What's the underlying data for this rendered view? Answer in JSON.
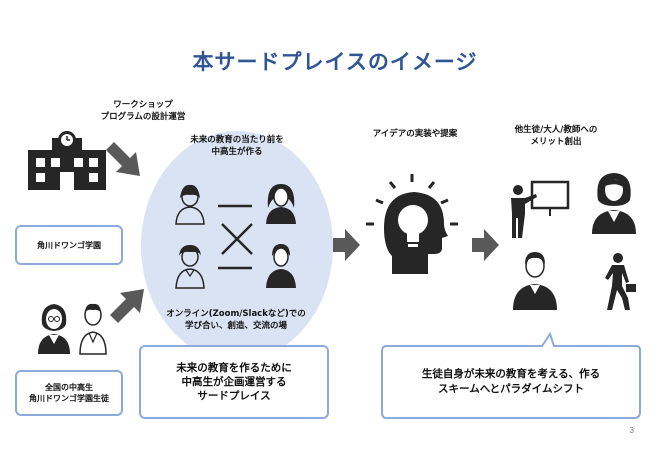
{
  "title": "本サードプレイスのイメージ",
  "label_workshop_line1": "ワークショップ",
  "label_workshop_line2": "プログラムの設計運営",
  "label_future_line1": "未来の教育の当たり前を",
  "label_future_line2": "中高生が作る",
  "label_idea": "アイデアの実装や提案",
  "label_merit_line1": "他生徒/大人/教師への",
  "label_merit_line2": "メリット創出",
  "label_online_line1": "オンライン(Zoom/Slackなど)での",
  "label_online_line2": "学び合い、創造、交流の場",
  "box_kadokawa": "角川ドワンゴ学園",
  "box_students_line1": "全国の中高生",
  "box_students_line2": "角川ドワンゴ学園生徒",
  "box_center_line1": "未来の教育を作るために",
  "box_center_line2": "中高生が企画運営する",
  "box_center_line3": "サードプレイス",
  "box_right_line1": "生徒自身が未来の教育を考える、作る",
  "box_right_line2": "スキームへとパラダイムシフト",
  "page_number": "3",
  "colors": {
    "title": "#2f5597",
    "box_border": "#8eaadb",
    "ellipse": "#dae3f3",
    "icon": "#262626",
    "arrow": "#595959"
  }
}
